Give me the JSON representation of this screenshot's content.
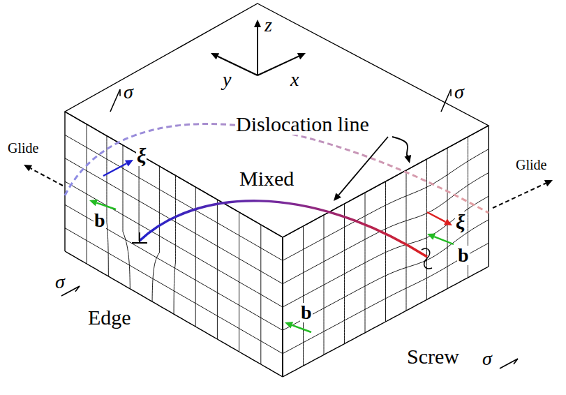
{
  "diagram": {
    "labels": [
      "z",
      "y",
      "x",
      "σ",
      "σ",
      "Dislocation line",
      "Glide",
      "Glide",
      "Mixed",
      "ξ",
      "ξ",
      "b",
      "b",
      "b",
      "σ",
      "σ",
      "Edge",
      "Screw"
    ]
  }
}
